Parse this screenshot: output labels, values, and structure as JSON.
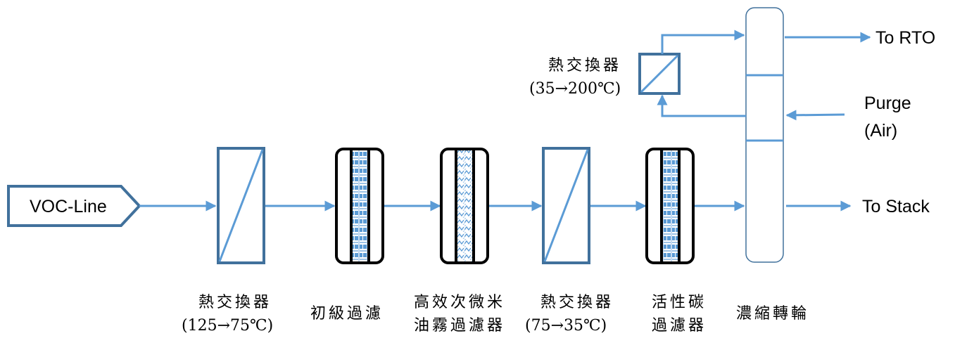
{
  "colors": {
    "flow_line": "#5b9bd5",
    "equipment_outline": "#41719c",
    "filter_outline": "#000000",
    "media_fill": "#5b9bd5"
  },
  "source": {
    "label": "VOC-Line"
  },
  "equipment": [
    {
      "id": "hx1",
      "type": "heat-exchanger",
      "name_line1": "熱交換器",
      "name_line2": "(125→75℃)"
    },
    {
      "id": "prefilter",
      "type": "filter",
      "media": "checker",
      "name_line1": "初級過濾",
      "name_line2": ""
    },
    {
      "id": "oilmist",
      "type": "filter",
      "media": "mesh",
      "name_line1": "高效次微米",
      "name_line2": "油霧過濾器"
    },
    {
      "id": "hx2",
      "type": "heat-exchanger",
      "name_line1": "熱交換器",
      "name_line2": "(75→35℃)"
    },
    {
      "id": "carbon",
      "type": "filter",
      "media": "checker",
      "name_line1": "活性碳",
      "name_line2": "過濾器"
    },
    {
      "id": "rotor",
      "type": "concentrator-rotor",
      "name_line1": "濃縮轉輪",
      "name_line2": ""
    }
  ],
  "desorption_hx": {
    "name_line1": "熱交換器",
    "name_line2": "(35→200℃)"
  },
  "outlets": {
    "rto": "To RTO",
    "purge_line1": "Purge",
    "purge_line2": "(Air)",
    "stack": "To Stack"
  }
}
